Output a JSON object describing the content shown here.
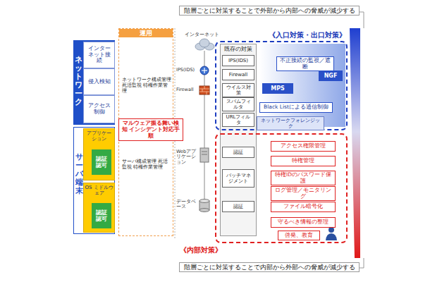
{
  "diagram": {
    "nodes": [
      {
        "text": [
          "ネットワーク"
        ]
      },
      {
        "text": [
          "インターネット接続"
        ],
        "in": 0
      },
      {
        "text": [
          "侵入検知"
        ],
        "in": 0
      },
      {
        "text": [
          "アクセス制御"
        ],
        "in": 0
      },
      {
        "text": [
          "サーバ・端末"
        ]
      },
      {
        "text": [
          "アプリケーション"
        ],
        "in": 4
      },
      {
        "text": [
          "認証 認可"
        ],
        "in": 5
      },
      {
        "text": [
          "OS ミドルウェア"
        ],
        "in": 4
      },
      {
        "text": [
          "認証 認可"
        ],
        "in": 7
      },
      {
        "text": [
          "運用"
        ]
      },
      {
        "text": [
          "ネットワーク構成管理 死活監視 特権作業管理"
        ],
        "in": 9
      },
      {
        "text": [
          "マルウェア振る舞い検知 インシデント対応手順"
        ],
        "in": 9
      },
      {
        "text": [
          "サーバ構成管理 死活監視 特権作業管理"
        ],
        "in": 9
      },
      {
        "text": [
          "既存の対策"
        ]
      },
      {
        "text": [
          "IPS(IDS)"
        ],
        "in": 13
      },
      {
        "text": [
          "Firewall"
        ],
        "in": 13
      },
      {
        "text": [
          "ウイルス対策"
        ],
        "in": 13
      },
      {
        "text": [
          "スパムフィルタ"
        ],
        "in": 13
      },
      {
        "text": [
          "URLフィルタ"
        ],
        "in": 13
      },
      {
        "text": [
          "認証"
        ],
        "in": 13
      },
      {
        "text": [
          "パッチマネジメント"
        ],
        "in": 13
      },
      {
        "text": [
          "認証"
        ],
        "in": 13
      },
      {
        "text": [
          "《入口対策・出口対策》"
        ]
      },
      {
        "text": [
          "不正接続の監視／遮断"
        ],
        "in": 22
      },
      {
        "text": [
          "NGF"
        ],
        "in": 22
      },
      {
        "text": [
          "MPS"
        ],
        "in": 22
      },
      {
        "text": [
          "Black Listによる通信制御"
        ],
        "in": 22
      },
      {
        "text": [
          "ネットワークフォレンジック"
        ],
        "in": 22
      },
      {
        "text": [
          "《内部対策》"
        ]
      },
      {
        "text": [
          "アクセス権限管理"
        ],
        "in": 28
      },
      {
        "text": [
          "特権管理"
        ],
        "in": 28
      },
      {
        "text": [
          "特権IDのパスワード保護"
        ],
        "in": 28
      },
      {
        "text": [
          "ログ管理／モニタリング"
        ],
        "in": 28
      },
      {
        "text": [
          "ファイル暗号化"
        ],
        "in": 28
      },
      {
        "text": [
          "守るべき情報の整理"
        ],
        "in": 28
      },
      {
        "text": [
          "啓発、教育"
        ],
        "in": 28
      }
    ],
    "labels": [
      "階層ごとに対策することで外部から内部への脅威が減少する",
      "階層ごとに対策することで内部から外部への脅威が減少する",
      "インターネット",
      "IPS(IDS)",
      "Firewall",
      "Webアプリケーション",
      "データベース"
    ]
  }
}
